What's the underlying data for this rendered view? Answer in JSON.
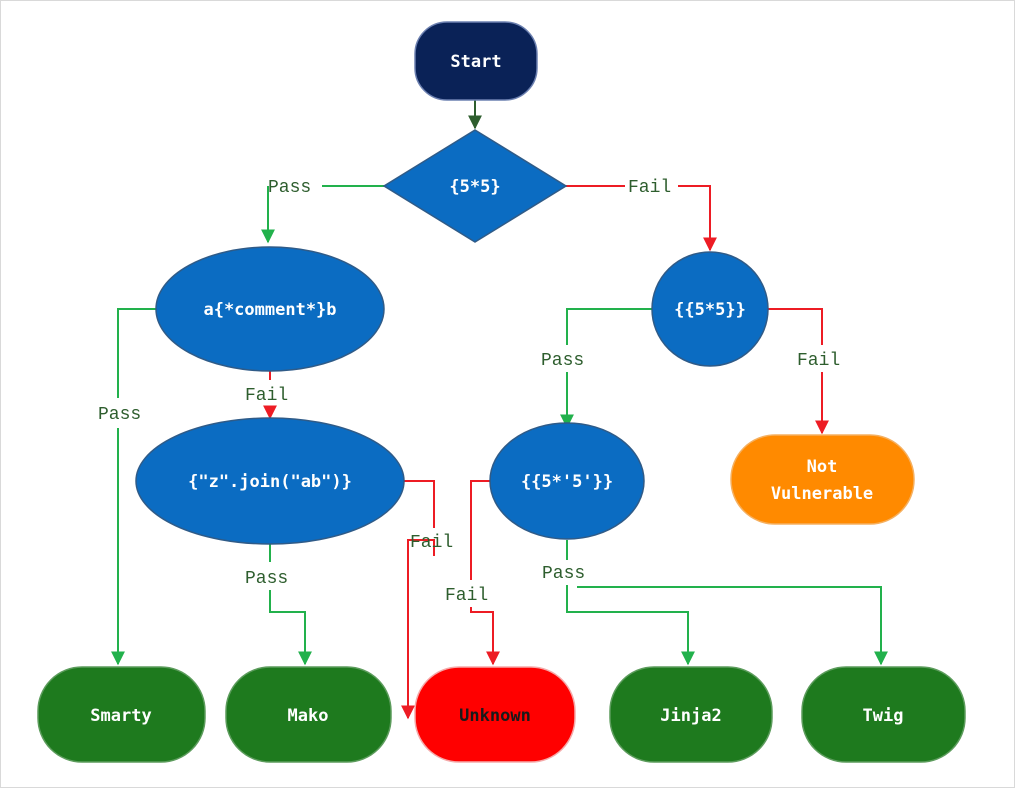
{
  "nodes": {
    "start": "Start",
    "q1": "{5*5}",
    "q2": "a{*comment*}b",
    "q3": "{{5*5}}",
    "q4": "{\"z\".join(\"ab\")}",
    "q5": "{{5*'5'}}",
    "not_vulnerable_1": "Not",
    "not_vulnerable_2": "Vulnerable",
    "smarty": "Smarty",
    "mako": "Mako",
    "unknown": "Unknown",
    "jinja2": "Jinja2",
    "twig": "Twig"
  },
  "labels": {
    "pass": "Pass",
    "fail": "Fail"
  },
  "colors": {
    "start_fill": "#0a2257",
    "decision_fill": "#0b6cc2",
    "success_fill": "#1e7a1e",
    "unknown_fill": "#ff0000",
    "not_vulnerable_fill": "#ff8a00",
    "pass_line": "#22b14c",
    "fail_line": "#ed1c24"
  }
}
